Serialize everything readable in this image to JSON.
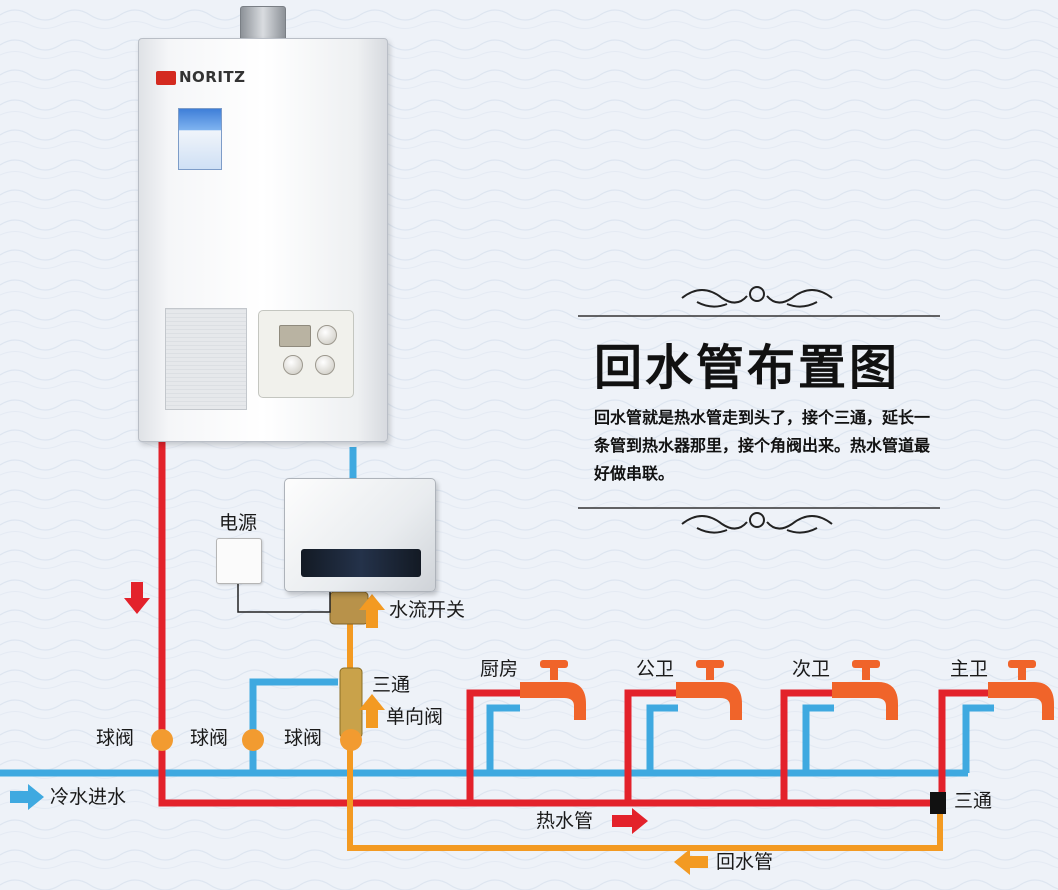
{
  "brand": "NORITZ",
  "title": "回水管布置图",
  "description": "回水管就是热水管走到头了，接个三通，延长一条管到热水器那里，接个角阀出来。热水管道最好做串联。",
  "labels": {
    "power": "电源",
    "flow_switch": "水流开关",
    "tee_upper": "三通",
    "check_valve": "单向阀",
    "ball_valve_1": "球阀",
    "ball_valve_2": "球阀",
    "ball_valve_3": "球阀",
    "cold_water_in": "冷水进水",
    "hot_water_pipe": "热水管",
    "return_pipe": "回水管",
    "tee_right": "三通",
    "kitchen": "厨房",
    "public_bath": "公卫",
    "second_bath": "次卫",
    "master_bath": "主卫"
  },
  "colors": {
    "hot_pipe": "#e3222b",
    "cold_pipe": "#3fa9e0",
    "return_pipe": "#f39a22",
    "valve": "#f29b30",
    "faucet": "#f0642a",
    "arrow_hot": "#e3222b",
    "arrow_flow": "#f39a22",
    "arrow_cold": "#3fa9e0"
  },
  "icons": [
    "faucet-icon",
    "ball-valve-icon",
    "flow-arrow-icon",
    "tee-connector-icon",
    "ornament-icon"
  ]
}
